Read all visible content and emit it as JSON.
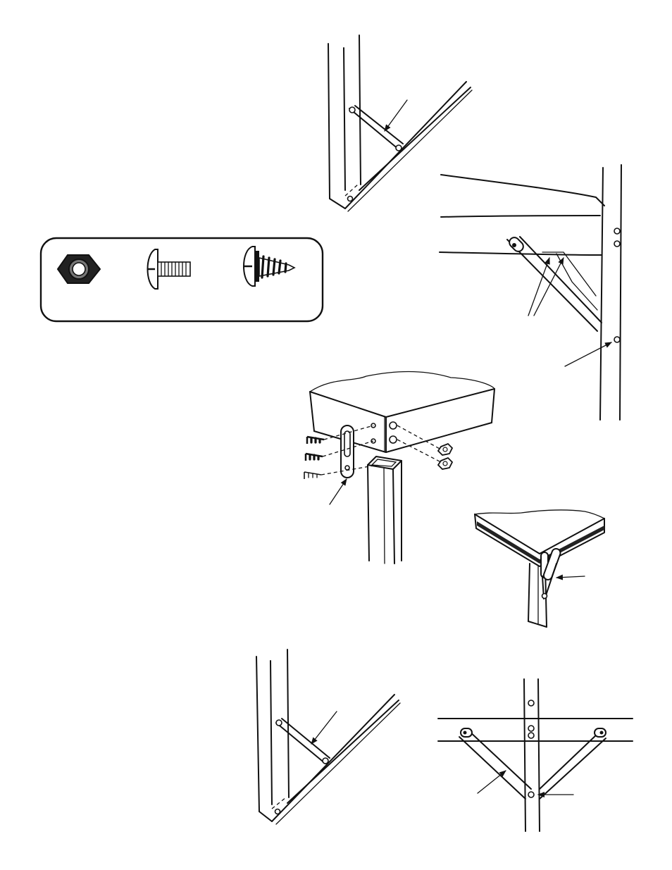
{
  "hardware_panel": {
    "items": [
      {
        "icon": "hex-nut-icon"
      },
      {
        "icon": "machine-screw-icon"
      },
      {
        "icon": "sheet-metal-screw-icon"
      }
    ]
  },
  "figures": [
    {
      "id": "frame-corner-brace-top"
    },
    {
      "id": "frame-side-braces"
    },
    {
      "id": "top-corner-bracket-exploded"
    },
    {
      "id": "top-corner-leg-brace"
    },
    {
      "id": "frame-corner-brace-bottom"
    },
    {
      "id": "frame-cross-braces"
    }
  ]
}
